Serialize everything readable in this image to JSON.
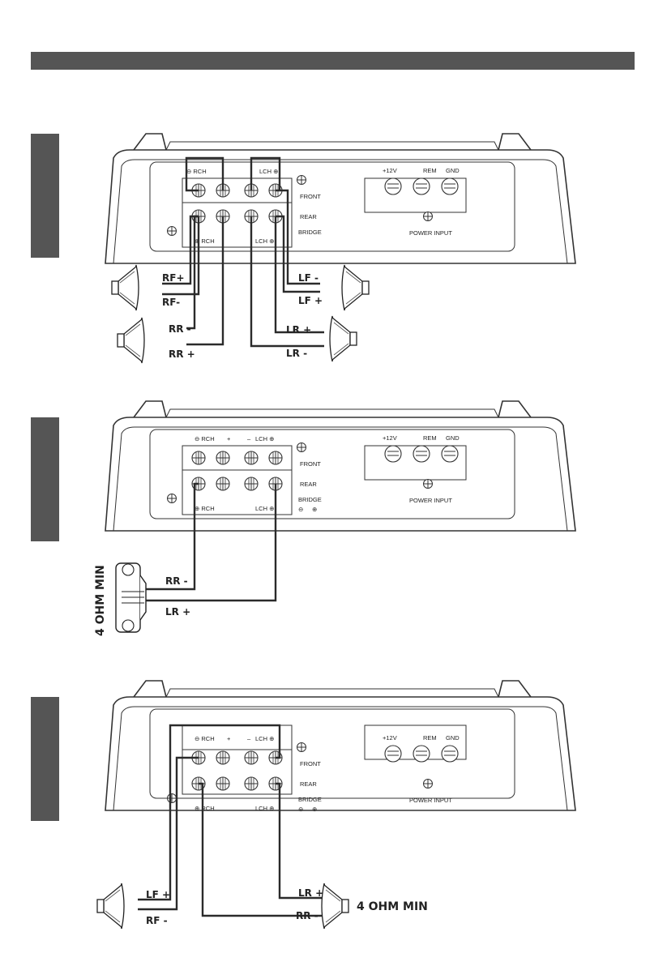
{
  "panel_labels": {
    "rch_top_sym": "⊖ RCH",
    "rch_plus": "+",
    "lch_minus": "–",
    "lch_top_sym": "LCH ⊕",
    "rch_bottom": "⊕ RCH",
    "lch_bottom": "LCH ⊕",
    "front": "FRONT",
    "rear": "REAR",
    "bridge": "BRIDGE",
    "bridge_minus": "⊖",
    "bridge_plus": "⊕",
    "power_12v": "+12V",
    "power_rem": "REM",
    "power_gnd": "GND",
    "power_input": "POWER INPUT"
  },
  "diagram1": {
    "speaker_labels": {
      "rf_plus": "RF+",
      "rf_minus": "RF-",
      "rr_minus": "RR -",
      "rr_plus": "RR +",
      "lf_minus": "LF -",
      "lf_plus": "LF +",
      "lr_plus": "LR +",
      "lr_minus": "LR -"
    }
  },
  "diagram2": {
    "speaker_labels": {
      "rr_minus": "RR -",
      "lr_plus": "LR +"
    },
    "ohm_note": "4 OHM MIN"
  },
  "diagram3": {
    "speaker_labels": {
      "lf_plus": "LF +",
      "rf_minus": "RF -",
      "lr_plus": "LR +",
      "rr_minus": "RR -"
    },
    "ohm_note": "4 OHM MIN"
  },
  "colors": {
    "header_bar": "#555555",
    "side_tab": "#555555",
    "line": "#333333"
  }
}
